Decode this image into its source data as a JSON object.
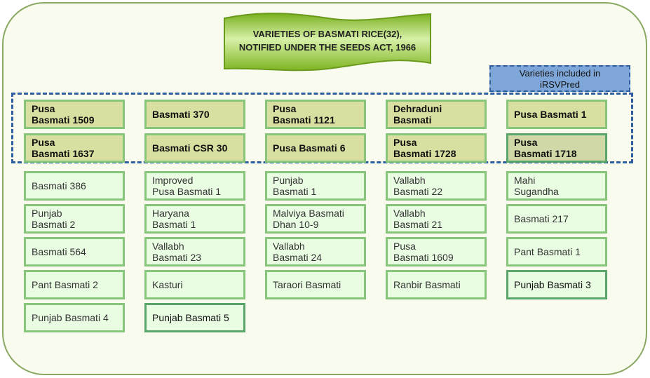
{
  "title": {
    "line1": "VARIETIES OF BASMATI RICE(32),",
    "line2": "NOTIFIED UNDER THE SEEDS ACT, 1966"
  },
  "legend": {
    "line1": "Varieties included in",
    "line2": "iRSVPred"
  },
  "columns": [
    {
      "included": [
        "Pusa\nBasmati 1509",
        "Pusa\nBasmati 1637"
      ],
      "others": [
        "Basmati 386",
        "Punjab\nBasmati 2",
        "Basmati 564",
        "Pant Basmati 2",
        "Punjab Basmati 4"
      ]
    },
    {
      "included": [
        "Basmati 370",
        "Basmati CSR 30"
      ],
      "others": [
        "Improved\nPusa Basmati 1",
        "Haryana\nBasmati 1",
        "Vallabh\nBasmati 23",
        "Kasturi",
        "Punjab Basmati 5"
      ]
    },
    {
      "included": [
        "Pusa\nBasmati 1121",
        "Pusa Basmati 6"
      ],
      "others": [
        "Punjab\nBasmati 1",
        "Malviya Basmati\nDhan 10-9",
        "Vallabh\nBasmati 24",
        "Taraori Basmati"
      ]
    },
    {
      "included": [
        "Dehraduni\nBasmati",
        "Pusa\nBasmati 1728"
      ],
      "others": [
        "Vallabh\nBasmati 22",
        "Vallabh\nBasmati 21",
        "Pusa\nBasmati 1609",
        "Ranbir Basmati"
      ]
    },
    {
      "included": [
        "Pusa Basmati 1",
        "Pusa\nBasmati 1718"
      ],
      "others": [
        "Mahi\nSugandha",
        "Basmati 217",
        "Pant Basmati 1",
        "Punjab Basmati 3"
      ]
    }
  ],
  "colors": {
    "frame_border": "#8aa862",
    "banner_fill": "#9ccc3c",
    "included_fill": "#d8dfa0",
    "other_fill": "#e9fde3",
    "cell_border": "#86c57a",
    "legend_fill": "#7ea6d8",
    "dash_border": "#2e5e9e"
  }
}
